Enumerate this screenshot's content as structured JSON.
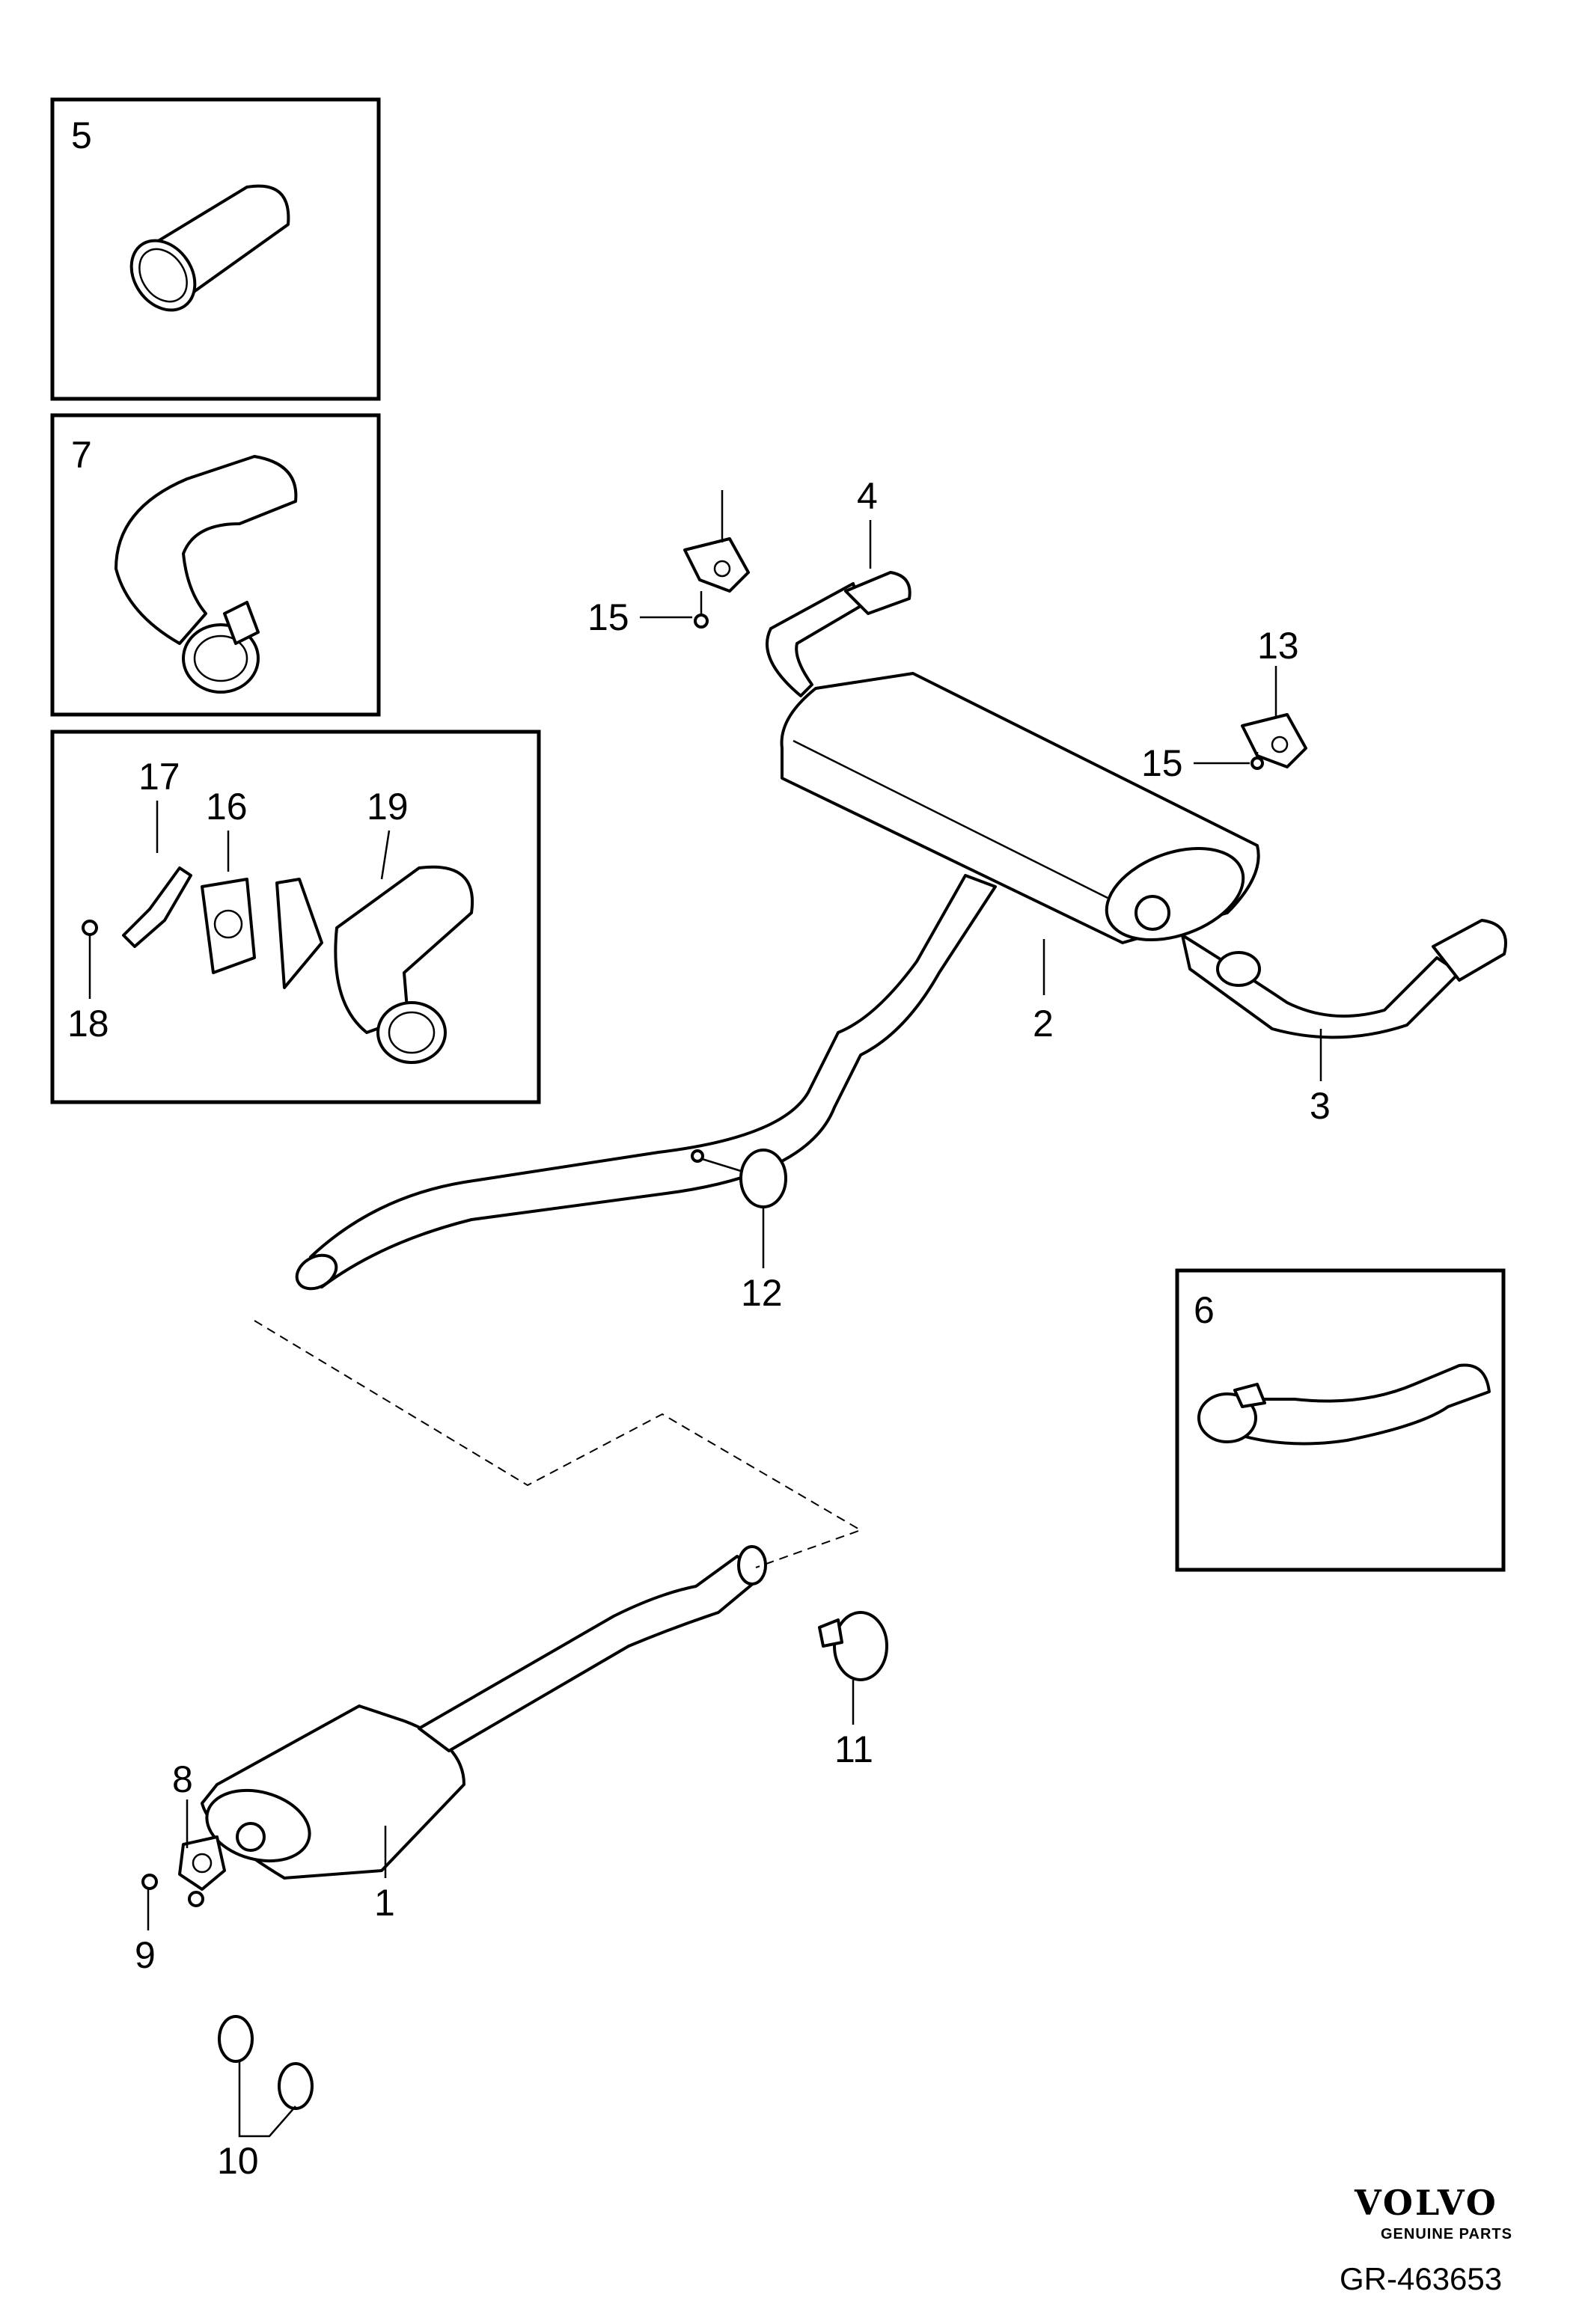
{
  "labels": {
    "p1": "1",
    "p2": "2",
    "p3": "3",
    "p4": "4",
    "p5": "5",
    "p6": "6",
    "p7": "7",
    "p8": "8",
    "p9": "9",
    "p10": "10",
    "p11": "11",
    "p12": "12",
    "p13": "13",
    "p15a": "15",
    "p15b": "15",
    "p16": "16",
    "p17": "17",
    "p18": "18",
    "p19": "19"
  },
  "brand": {
    "name": "VOLVO",
    "tagline": "GENUINE PARTS"
  },
  "doc_id": "GR-463653"
}
